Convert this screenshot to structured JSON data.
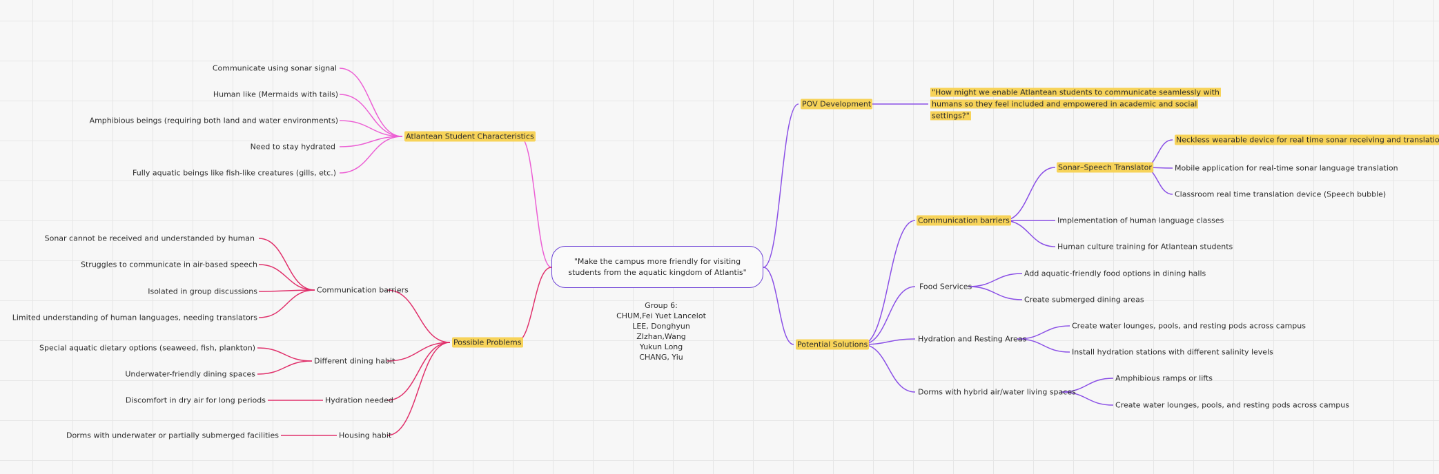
{
  "central_topic": "\"Make the campus more friendly for visiting students from the aquatic kingdom of Atlantis\"",
  "group": {
    "title": "Group 6:",
    "members": [
      "CHUM,Fei Yuet Lancelot",
      "LEE, Donghyun",
      "ZIzhan,Wang",
      "Yukun Long",
      "CHANG, Yiu"
    ]
  },
  "atlantean": {
    "label": "Atlantean Student Characteristics",
    "items": [
      "Communicate using sonar signal",
      "Human like (Mermaids with tails)",
      "Amphibious beings (requiring both land and water environments)",
      "Need to stay hydrated",
      "Fully aquatic beings like fish-like creatures (gills, etc.)"
    ]
  },
  "problems": {
    "label": "Possible Problems",
    "communication": {
      "label": "Communication barriers",
      "items": [
        "Sonar cannot be received and understanded by human",
        "Struggles to communicate in air-based speech",
        "Isolated in group discussions",
        "Limited understanding of human languages, needing translators"
      ]
    },
    "dining": {
      "label": "Different dining habit",
      "items": [
        "Special aquatic dietary options (seaweed, fish, plankton)",
        "Underwater-friendly dining spaces"
      ]
    },
    "hydration": {
      "label": "Hydration needed",
      "items": [
        "Discomfort in dry air for long periods"
      ]
    },
    "housing": {
      "label": "Housing habit",
      "items": [
        "Dorms with underwater or partially submerged facilities"
      ]
    }
  },
  "pov": {
    "label": "POV Development",
    "question": "\"How might we enable Atlantean students to communicate seamlessly with humans so they feel included and empowered in academic and social settings?\""
  },
  "solutions": {
    "label": "Potential Solutions",
    "communication": {
      "label": "Communication barriers",
      "translator": {
        "label": "Sonar–Speech Translator",
        "items": [
          "Neckless wearable device for real time sonar receiving and translation",
          "Mobile application for real-time sonar language translation",
          "Classroom real time translation device (Speech bubble)"
        ]
      },
      "items": [
        "Implementation of human language classes",
        "Human culture training for Atlantean students"
      ]
    },
    "food": {
      "label": "Food Services",
      "items": [
        "Add aquatic-friendly food options in dining halls",
        "Create submerged dining areas"
      ]
    },
    "hydration": {
      "label": "Hydration and Resting Areas",
      "items": [
        "Create water lounges, pools, and resting pods across campus",
        "Install hydration stations with different salinity levels"
      ]
    },
    "dorms": {
      "label": "Dorms with hybrid air/water living spaces",
      "items": [
        "Amphibious ramps or lifts",
        "Create water lounges, pools, and resting pods across campus"
      ]
    }
  },
  "colors": {
    "atlantean_branch": "#ec5fd4",
    "problems_branch": "#e0306b",
    "solutions_branch": "#8a4fe6",
    "highlight": "#f7d359",
    "center_border": "#6b3fd6"
  }
}
